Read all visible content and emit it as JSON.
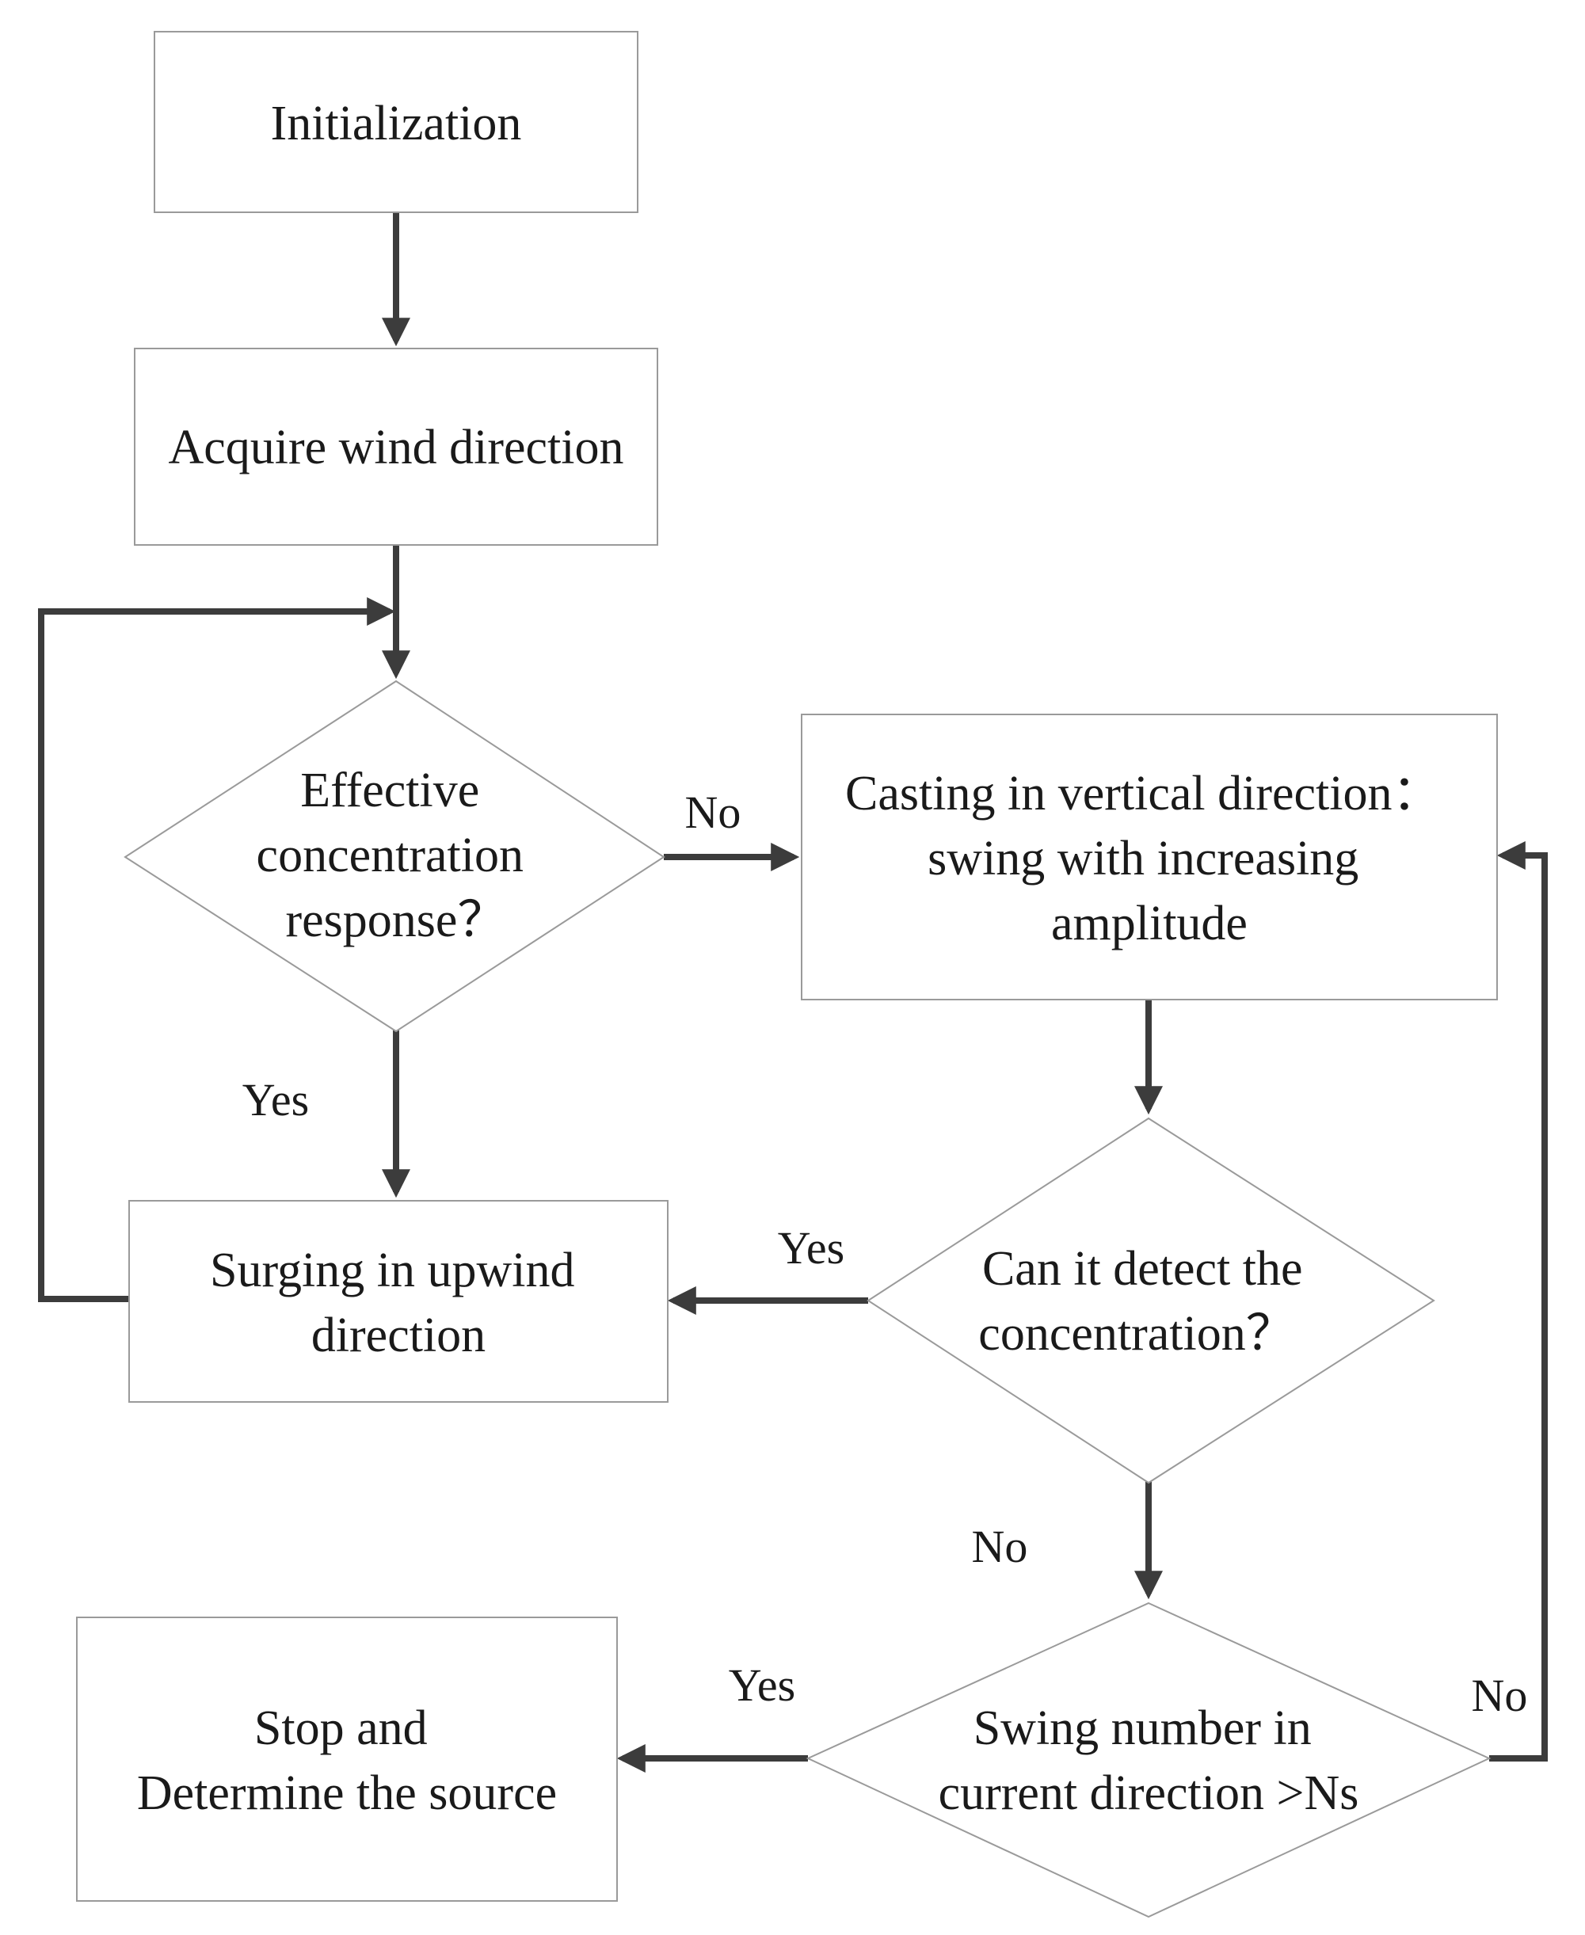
{
  "diagram": {
    "nodes": {
      "initialization": {
        "lines": [
          "Initialization"
        ]
      },
      "acquire_wind": {
        "lines": [
          "Acquire wind direction"
        ]
      },
      "effective_response": {
        "lines": [
          "Effective",
          "concentration",
          "response？"
        ]
      },
      "casting": {
        "lines": [
          "Casting  in vertical direction：",
          "swing with increasing",
          "amplitude"
        ]
      },
      "surging": {
        "lines": [
          "Surging in upwind",
          "direction"
        ]
      },
      "detect_concentration": {
        "lines": [
          "Can it detect the",
          "concentration？"
        ]
      },
      "stop": {
        "lines": [
          "Stop and",
          "Determine the source"
        ]
      },
      "swing_number": {
        "lines": [
          "Swing number in",
          "current direction >Ns"
        ]
      }
    },
    "edge_labels": {
      "response_no": "No",
      "response_yes": "Yes",
      "detect_yes": "Yes",
      "detect_no": "No",
      "swing_yes": "Yes",
      "swing_no": "No"
    }
  },
  "colors": {
    "connector": "#3c3c3c",
    "border": "#9a9a9a",
    "text": "#1a1a1a",
    "background": "#ffffff"
  }
}
